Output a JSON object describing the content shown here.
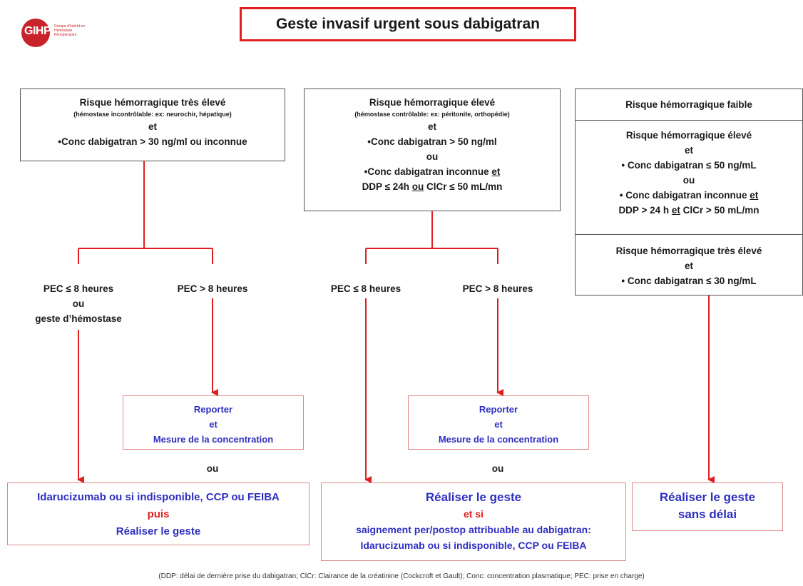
{
  "header": {
    "title": "Geste invasif urgent sous dabigatran",
    "logo_text": "GIHP",
    "logo_subtitle": "Groupe d'Intérêt en Hémostase Périopératoire"
  },
  "col1": {
    "box_title": "Risque hémorragique très élevé",
    "box_sub": "(hémostase incontrôlable: ex: neurochir, hépatique)",
    "box_et": "et",
    "box_cond": "•Conc dabigatran > 30 ng/ml ou inconnue",
    "left_label_1": "PEC ≤ 8 heures",
    "left_label_2": "ou",
    "left_label_3": "geste d’hémostase",
    "right_label": "PEC  > 8 heures",
    "reporter_1": "Reporter",
    "reporter_2": "et",
    "reporter_3": "Mesure de la concentration",
    "ou": "ou",
    "result_1": "Idarucizumab ou si indisponible, CCP ou FEIBA",
    "result_2": "puis",
    "result_3": "Réaliser le geste"
  },
  "col2": {
    "box_title": "Risque hémorragique élevé",
    "box_sub": "(hémostase contrôlable: ex: péritonite, orthopédie)",
    "box_et": "et",
    "box_cond1": "•Conc dabigatran > 50 ng/ml",
    "box_ou": "ou",
    "box_cond2_a": "•Conc dabigatran inconnue ",
    "box_cond2_b": "et",
    "box_cond3_a": "DDP ≤ 24h ",
    "box_cond3_b": "ou",
    "box_cond3_c": " ClCr ≤ 50 mL/mn",
    "left_label": "PEC ≤ 8 heures",
    "right_label": "PEC > 8 heures",
    "reporter_1": "Reporter",
    "reporter_2": "et",
    "reporter_3": "Mesure de la concentration",
    "ou": "ou",
    "result_1": "Réaliser le geste",
    "result_2": "et si",
    "result_3": "saignement per/postop attribuable au dabigatran:",
    "result_4": "Idarucizumab ou si indisponible, CCP ou FEIBA"
  },
  "col3": {
    "sec1": "Risque hémorragique faible",
    "sec2_title": "Risque hémorragique élevé",
    "sec2_et": "et",
    "sec2_cond1": "• Conc dabigatran ≤ 50 ng/mL",
    "sec2_ou": "ou",
    "sec2_cond2_a": "• Conc dabigatran inconnue ",
    "sec2_cond2_b": "et",
    "sec2_cond3_a": "DDP > 24 h ",
    "sec2_cond3_b": "et",
    "sec2_cond3_c": " ClCr > 50 mL/mn",
    "sec3_title": "Risque hémorragique très élevé",
    "sec3_et": "et",
    "sec3_cond": "• Conc dabigatran ≤ 30 ng/mL",
    "result_1": "Réaliser le geste",
    "result_2": "sans délai"
  },
  "footer": "(DDP: délai de dernière prise du dabigatran; ClCr: Clairance de la créatinine (Cockcroft et Gault); Conc: concentration plasmatique; PEC: prise en charge)",
  "colors": {
    "title_border": "#e02020",
    "arrows": "#e02020",
    "blue_text": "#2e2fbf",
    "logo": "#c8232a"
  }
}
